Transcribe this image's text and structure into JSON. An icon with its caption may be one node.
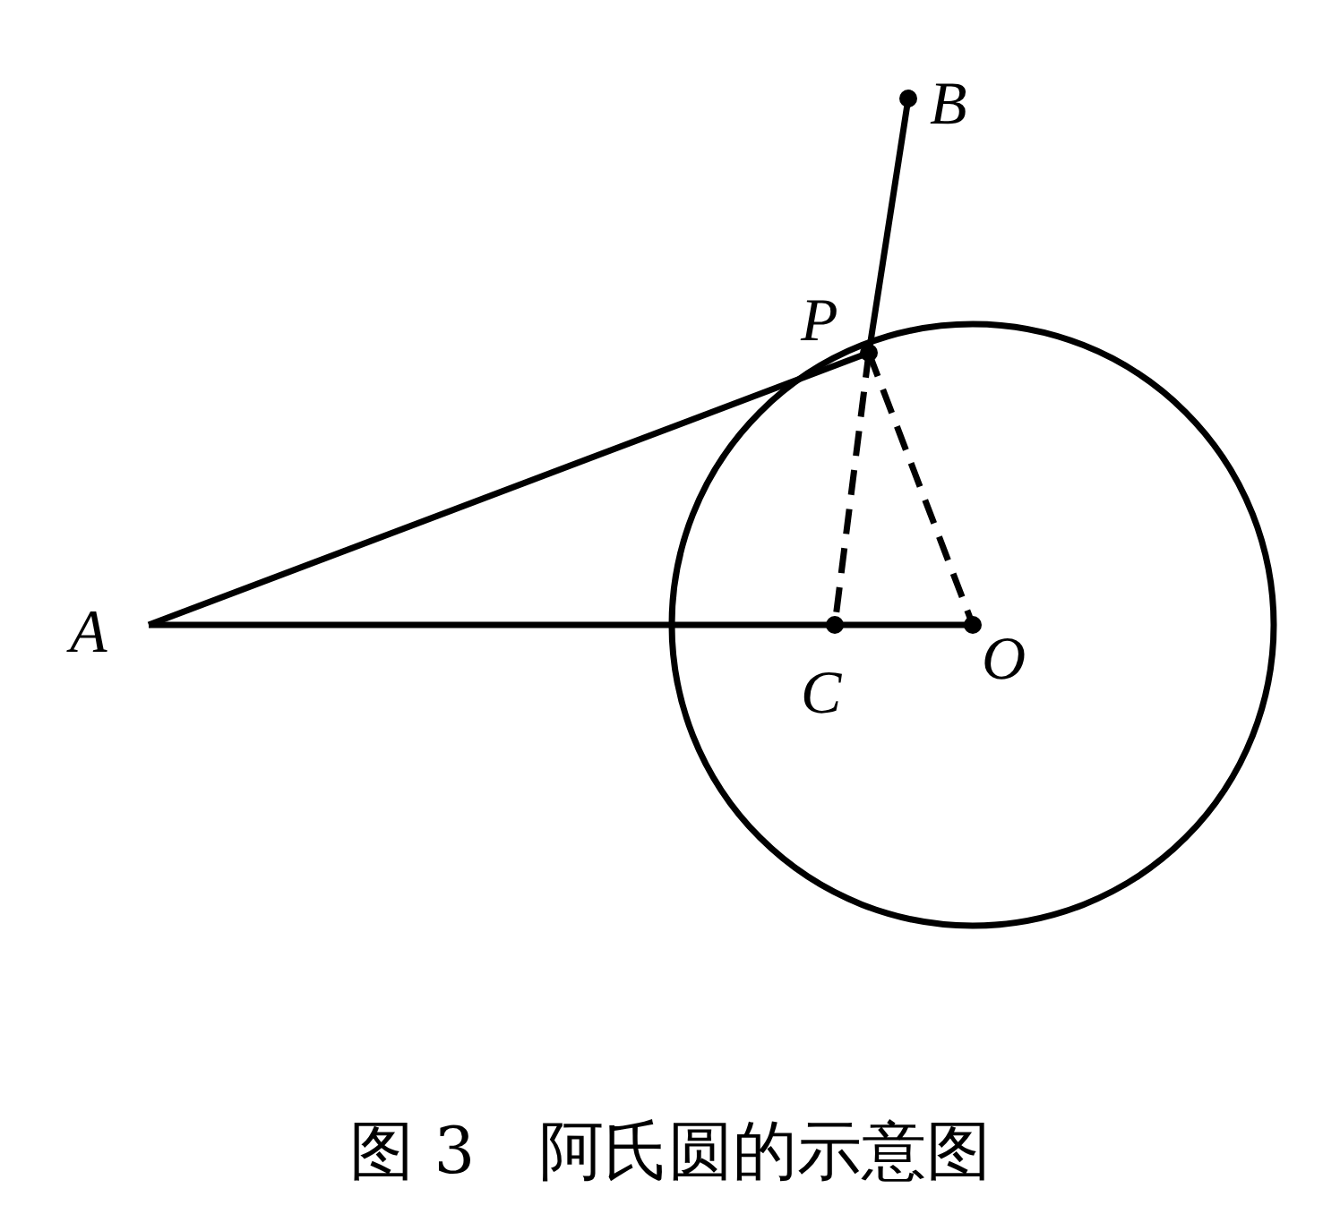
{
  "diagram": {
    "caption": "图 3　阿氏圆的示意图",
    "nodes": [
      {
        "text": [
          "A"
        ]
      },
      {
        "text": [
          "B"
        ]
      },
      {
        "text": [
          "P"
        ]
      },
      {
        "text": [
          "C"
        ]
      },
      {
        "text": [
          "O"
        ]
      }
    ],
    "edges": [
      {
        "from": 0,
        "to": 2,
        "arrow": "none"
      },
      {
        "from": 2,
        "to": 1,
        "arrow": "none"
      },
      {
        "from": 0,
        "to": 3,
        "arrow": "none"
      },
      {
        "from": 3,
        "to": 4,
        "arrow": "none"
      },
      {
        "from": 2,
        "to": 3,
        "arrow": "none",
        "style": "dashed"
      },
      {
        "from": 2,
        "to": 4,
        "arrow": "none",
        "style": "dashed"
      }
    ]
  }
}
